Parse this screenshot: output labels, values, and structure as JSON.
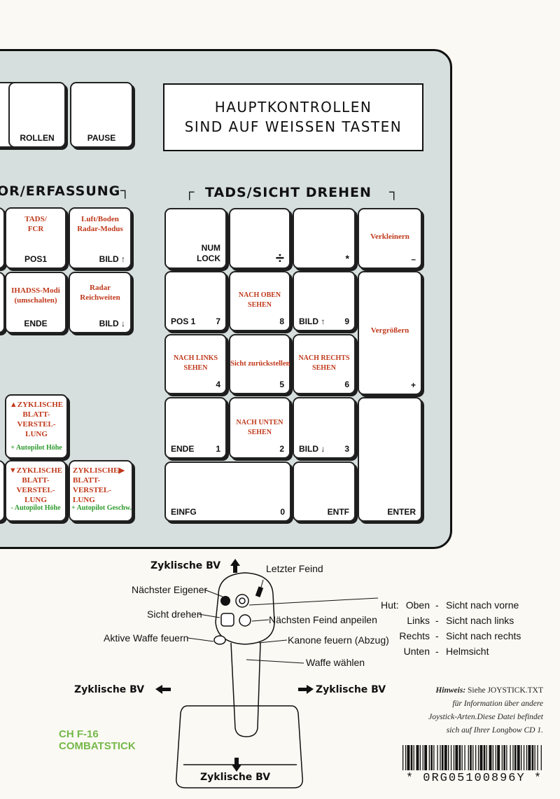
{
  "notice": {
    "line1": "HAUPTKONTROLLEN",
    "line2": "SIND AUF WEISSEN TASTEN"
  },
  "headings": {
    "left": "OR/ERFASSUNG",
    "right": "TADS/SICHT DREHEN"
  },
  "keys": {
    "rollen": "ROLLEN",
    "pause": "PAUSE",
    "tads": "TADS/\nFCR",
    "pos1": "POS1",
    "luft": "Luft/Boden\nRadar-Modus",
    "bild_up": "BILD",
    "ihadss": "IHADSS-Modi\n(umschalten)",
    "ende_l": "ENDE",
    "radar": "Radar\nReichweiten",
    "bild_down": "BILD",
    "zyk1_red": "▲ZYKLISCHE\nBLATT-\nVERSTEL-\nLUNG",
    "zyk1_green": "+ Autopilot Höhe",
    "zyk2_red": "▼ZYKLISCHE\nBLATT-\nVERSTEL-\nLUNG",
    "zyk2_green": "- Autopilot Höhe",
    "zyk3_red": "ZYKLISCHE▶\nBLATT-\nVERSTEL-\nLUNG",
    "zyk3_green": "+ Autopilot Geschw.",
    "numlock": "NUM\nLOCK",
    "div": "÷",
    "mul": "*",
    "verkleinern": "Verkleinern",
    "minus": "–",
    "pos1_7_l": "POS 1",
    "pos1_7_r": "7",
    "nach_oben": "NACH OBEN\nSEHEN",
    "n8": "8",
    "bild9_l": "BILD",
    "n9": "9",
    "vergroessern": "Vergrößern",
    "plus": "+",
    "nach_links": "NACH LINKS\nSEHEN",
    "n4": "4",
    "sicht": "Sicht zurückstellen",
    "n5": "5",
    "nach_rechts": "NACH RECHTS\nSEHEN",
    "n6": "6",
    "ende_1_l": "ENDE",
    "n1": "1",
    "nach_unten": "NACH UNTEN\nSEHEN",
    "n2": "2",
    "bild3_l": "BILD",
    "n3": "3",
    "einfg": "EINFG",
    "n0": "0",
    "entf": "ENTF",
    "enter": "ENTER"
  },
  "joystick": {
    "top": "Zyklische BV",
    "bottom": "Zyklische BV",
    "left": "Zyklische BV",
    "right": "Zyklische BV",
    "letzter": "Letzter Feind",
    "naechster": "Nächster Eigener",
    "sicht": "Sicht drehen",
    "naechsten_feind": "Nächsten Feind anpeilen",
    "aktive": "Aktive Waffe feuern",
    "kanone": "Kanone feuern (Abzug)",
    "waffe": "Waffe wählen"
  },
  "hut": {
    "label": "Hut:",
    "rows": [
      {
        "dir": "Oben",
        "action": "Sicht nach vorne"
      },
      {
        "dir": "Links",
        "action": "Sicht nach links"
      },
      {
        "dir": "Rechts",
        "action": "Sicht nach rechts"
      },
      {
        "dir": "Unten",
        "action": "Helmsicht"
      }
    ]
  },
  "hint": {
    "label": "Hinweis:",
    "l1": "Siehe JOYSTICK.TXT",
    "l2": "für Information über andere",
    "l3": "Joystick-Arten.Diese Datei befindet",
    "l4": "sich auf Ihrer Longbow CD 1."
  },
  "product": {
    "l1": "CH F-16",
    "l2": "COMBATSTICK"
  },
  "barcode": "* 0RG05100896Y *",
  "colors": {
    "panel": "#d6dfdd",
    "red": "#c0391b",
    "green": "#2e9a2e",
    "product": "#75b84a"
  }
}
